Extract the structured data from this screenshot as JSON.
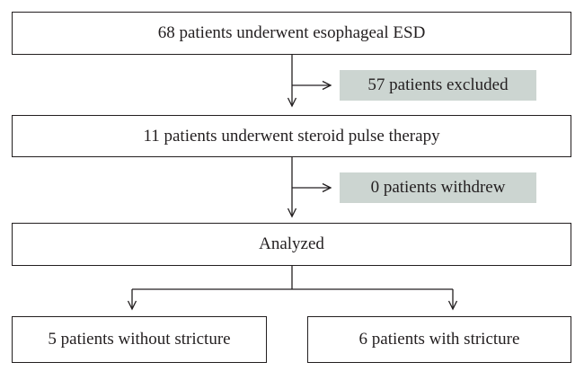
{
  "flowchart": {
    "step1": "68 patients underwent esophageal ESD",
    "exclusion": "57 patients excluded",
    "step2": "11 patients underwent steroid pulse therapy",
    "withdrawal": "0 patients withdrew",
    "step3": "Analyzed",
    "outcome_left": "5 patients without stricture",
    "outcome_right": "6 patients with stricture"
  }
}
